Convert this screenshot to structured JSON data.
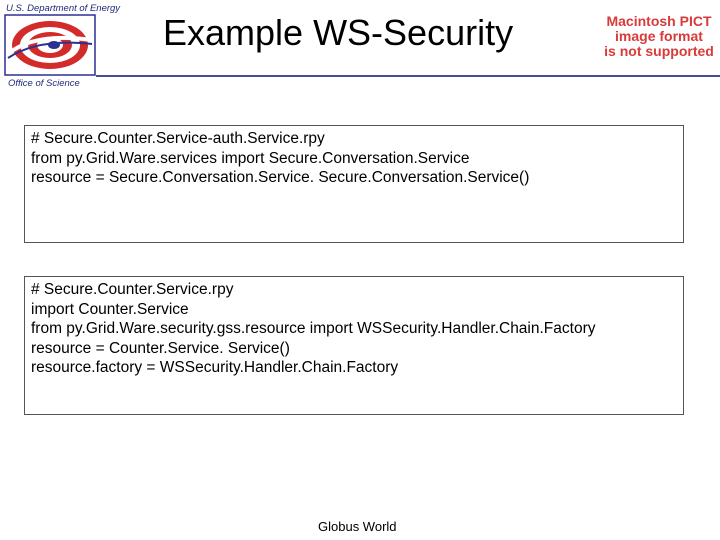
{
  "header": {
    "org_label": "U.S. Department of Energy",
    "office_label": "Office of Science",
    "logo_icon": "doe-logo-icon",
    "colors": {
      "logo_red": "#d32a2a",
      "logo_blue": "#2a3190",
      "rule": "#4a4f86"
    }
  },
  "slide": {
    "title": "Example WS-Security"
  },
  "pict_placeholder": {
    "lines": [
      "Macintosh PICT",
      "image format",
      "is not supported"
    ],
    "color": "#d93a3a"
  },
  "code_blocks": [
    {
      "lines": [
        "# Secure.Counter.Service-auth.Service.rpy",
        "from py.Grid.Ware.services import Secure.Conversation.Service",
        "resource = Secure.Conversation.Service. Secure.Conversation.Service()"
      ]
    },
    {
      "lines": [
        "# Secure.Counter.Service.rpy",
        "import Counter.Service",
        "from py.Grid.Ware.security.gss.resource import WSSecurity.Handler.Chain.Factory",
        "resource =  Counter.Service. Service()",
        "resource.factory = WSSecurity.Handler.Chain.Factory"
      ]
    }
  ],
  "footer": {
    "text": "Globus World"
  }
}
